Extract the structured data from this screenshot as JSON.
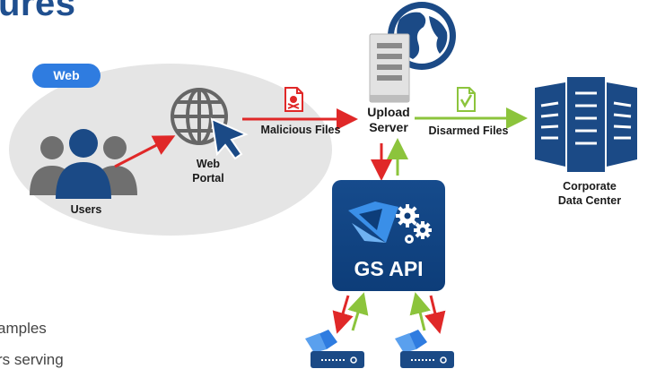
{
  "heading": "ures",
  "labels": {
    "web": "Web",
    "users": "Users",
    "web_portal_line1": "Web",
    "web_portal_line2": "Portal",
    "malicious_files": "Malicious Files",
    "upload_line1": "Upload",
    "upload_line2": "Server",
    "disarmed_files": "Disarmed Files",
    "corporate_line1": "Corporate",
    "corporate_line2": "Data Center",
    "gs_api": "GS API"
  },
  "body_text": {
    "line1": "amples",
    "line2": "rs serving"
  },
  "icons": [
    "users-icon",
    "globe-cursor-icon",
    "globe-icon",
    "server-icon",
    "malicious-file-icon",
    "disarmed-file-icon",
    "datacenter-icon",
    "gears-icon",
    "device-icon"
  ],
  "colors": {
    "heading": "#1f4f8f",
    "accent_blue": "#2f7ce0",
    "dark_blue": "#123f7a",
    "red_arrow": "#e02828",
    "green_arrow": "#8cc43c",
    "bubble": "#e5e5e5"
  }
}
